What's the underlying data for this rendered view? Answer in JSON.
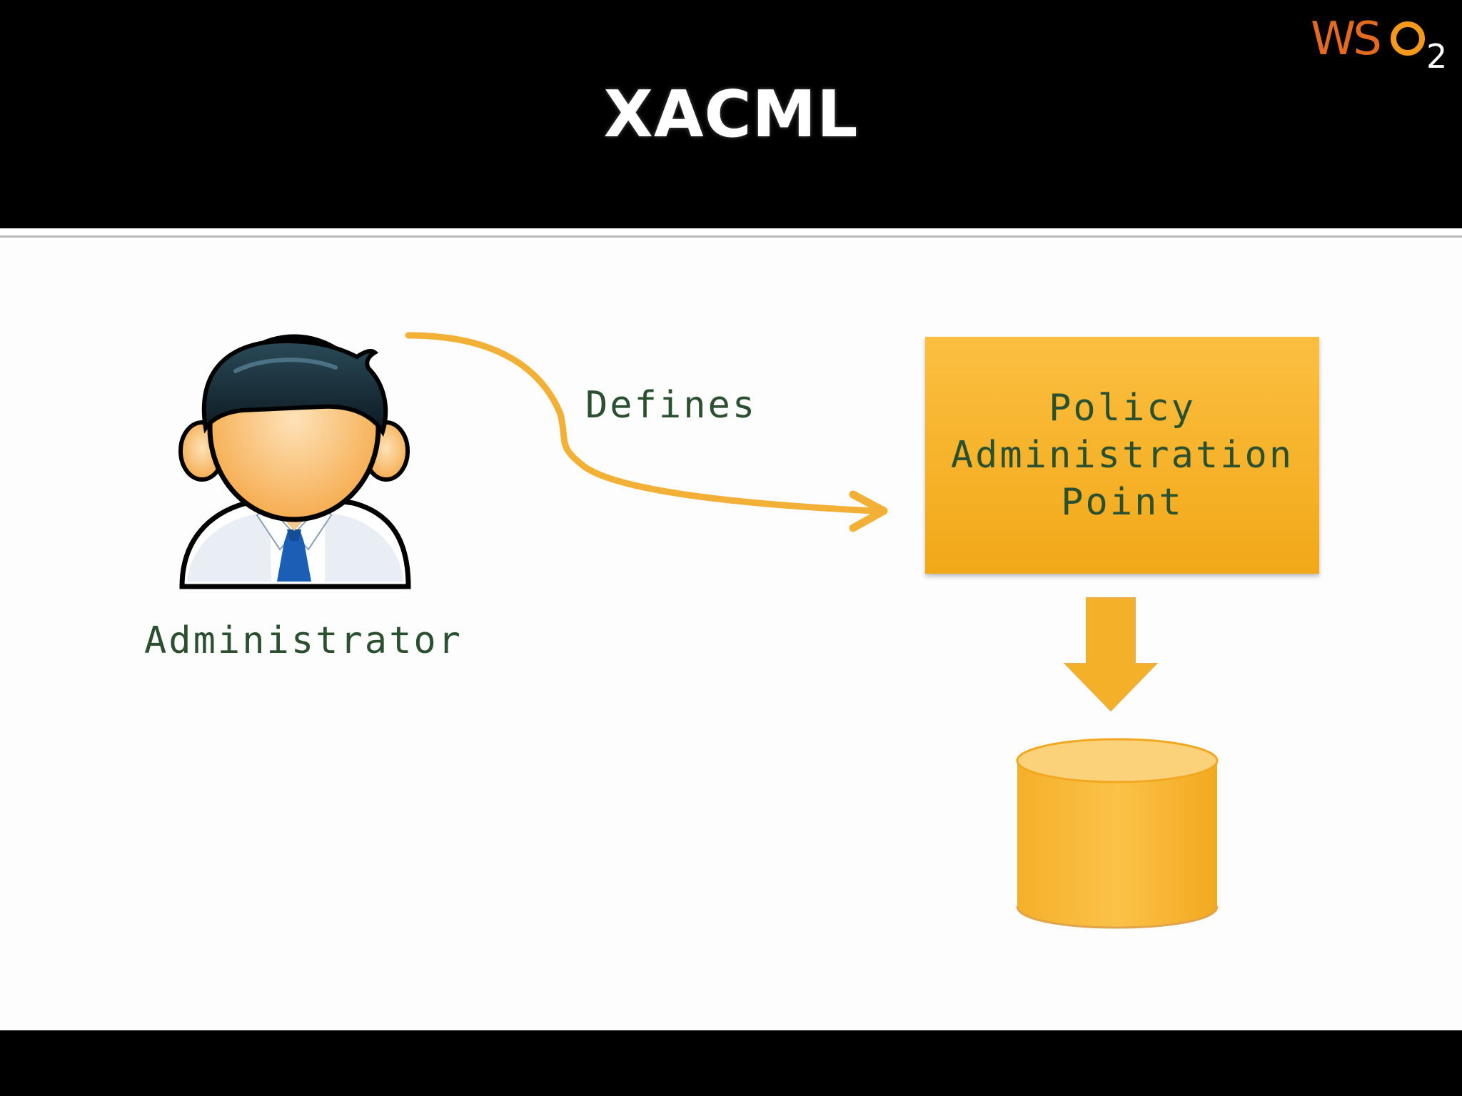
{
  "slide": {
    "title": "XACML",
    "logo": {
      "text": "WS",
      "subscript": "2",
      "icon": "wso2-logo"
    }
  },
  "diagram": {
    "actor": {
      "label": "Administrator",
      "icon": "administrator-person-icon"
    },
    "edge": {
      "label": "Defines",
      "color": "#f2b136"
    },
    "box": {
      "lines": [
        "Policy",
        "Administration",
        "Point"
      ],
      "color": "#f7b32b"
    },
    "flow_arrow": {
      "icon": "down-arrow-icon"
    },
    "store": {
      "icon": "database-cylinder-icon"
    }
  },
  "colors": {
    "header_bg": "#000000",
    "accent": "#f7b32b",
    "text": "#2b5030"
  }
}
